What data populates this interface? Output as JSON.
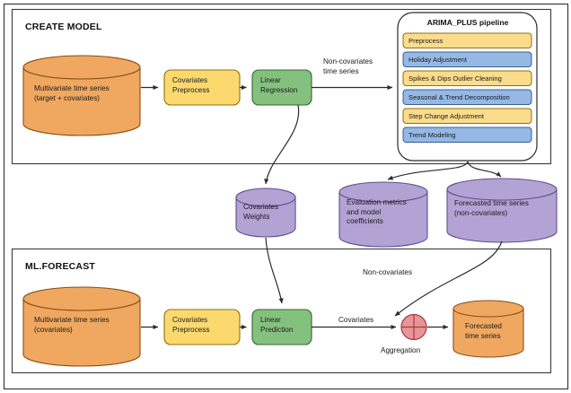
{
  "diagram": {
    "title_visible": false,
    "colors": {
      "orange_fill": "#F0A860",
      "orange_stroke": "#A05A1E",
      "yellow_fill": "#FBD96E",
      "yellow_stroke": "#9C7A12",
      "yellow_step_fill": "#FBDC8C",
      "blue_step_fill": "#95B8E5",
      "blue_step_stroke": "#3C6FA8",
      "green_fill": "#85C17E",
      "green_stroke": "#3E7A3A",
      "purple_fill": "#B3A2D4",
      "purple_stroke": "#6B5A9E",
      "pink_fill": "#E8959A",
      "pink_stroke": "#B04045",
      "frame_stroke": "#3A3A3A",
      "arrow_stroke": "#2B2B2B",
      "text": "#1a1a1a"
    }
  },
  "sections": {
    "create_model": {
      "title": "CREATE MODEL",
      "source_cylinder": {
        "name": "multivariate-time-series-source",
        "label": "Multivariate time series\n(target + covariates)"
      },
      "preprocess_box": {
        "name": "covariates-preprocess",
        "label": "Covariates\nPreprocess"
      },
      "model_box": {
        "name": "linear-regression",
        "label": "Linear\nRegression"
      },
      "edge_label_noncov": "Non-covariates\ntime series"
    },
    "arima_pipeline": {
      "title": "ARIMA_PLUS pipeline",
      "steps": [
        {
          "label": "Preprocess",
          "color": "yellow"
        },
        {
          "label": "Holiday Adjustment",
          "color": "blue"
        },
        {
          "label": "Spikes & Dips Outlier Cleaning",
          "color": "yellow"
        },
        {
          "label": "Seasonal & Trend Decomposition",
          "color": "blue"
        },
        {
          "label": "Step Change Adjustment",
          "color": "yellow"
        },
        {
          "label": "Trend Modeling",
          "color": "blue"
        }
      ]
    },
    "intermediate_outputs": [
      {
        "name": "covariates-weights-store",
        "label": "Covariates\nWeights"
      },
      {
        "name": "evaluation-metrics-store",
        "label": "Evaluation metrics\nand model\ncoefficients"
      },
      {
        "name": "forecasted-noncovariates-store",
        "label": "Forecasted time series\n(non-covariates)"
      }
    ],
    "ml_forecast": {
      "title": "ML.FORECAST",
      "source_cylinder": {
        "name": "multivariate-time-series-covariates",
        "label": "Multivariate time series\n(covariates)"
      },
      "preprocess_box": {
        "name": "covariates-preprocess-forecast",
        "label": "Covariates\nPreprocess"
      },
      "model_box": {
        "name": "linear-prediction",
        "label": "Linear\nPrediction"
      },
      "edge_label_covariates": "Covariates",
      "edge_label_noncovariates": "Non-covariates",
      "aggregation_label": "Aggregation",
      "output_cylinder": {
        "name": "forecasted-time-series-output",
        "label": "Forecasted\ntime series"
      }
    }
  }
}
